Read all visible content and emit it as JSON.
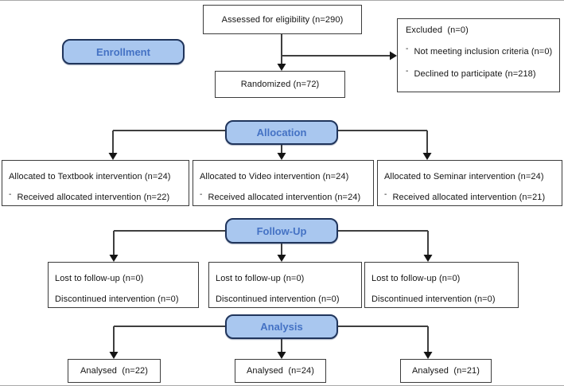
{
  "bullets": {
    "dash": "-"
  },
  "stages": {
    "enrollment": "Enrollment",
    "allocation": "Allocation",
    "followup": "Follow-Up",
    "analysis": "Analysis"
  },
  "boxes": {
    "assessed": {
      "label": "Assessed for eligibility (n=290)"
    },
    "excluded": {
      "title": "Excluded  (n=0)",
      "items": [
        "Not meeting inclusion criteria (n=0)",
        "Declined to participate (n=218)"
      ]
    },
    "randomized": {
      "label": "Randomized (n=72)"
    },
    "allocation": [
      {
        "line1": "Allocated to Textbook intervention (n=24)",
        "line2": "Received allocated intervention (n=22)"
      },
      {
        "line1": "Allocated to Video intervention (n=24)",
        "line2": "Received allocated intervention (n=24)"
      },
      {
        "line1": "Allocated to Seminar intervention (n=24)",
        "line2": "Received allocated intervention (n=21)"
      }
    ],
    "followup": [
      {
        "line1": "Lost to follow-up (n=0)",
        "line2": "Discontinued intervention (n=0)"
      },
      {
        "line1": "Lost to follow-up (n=0)",
        "line2": "Discontinued intervention (n=0)"
      },
      {
        "line1": "Lost to follow-up (n=0)",
        "line2": "Discontinued intervention (n=0)"
      }
    ],
    "analysis": [
      {
        "label": "Analysed  (n=22)"
      },
      {
        "label": "Analysed  (n=24)"
      },
      {
        "label": "Analysed  (n=21)"
      }
    ]
  },
  "colors": {
    "stage_fill": "#A9C7EF",
    "stage_border": "#20355C",
    "stage_text": "#4472C4",
    "box_border": "#3C3C3C",
    "connector": "#3F3F3F"
  }
}
